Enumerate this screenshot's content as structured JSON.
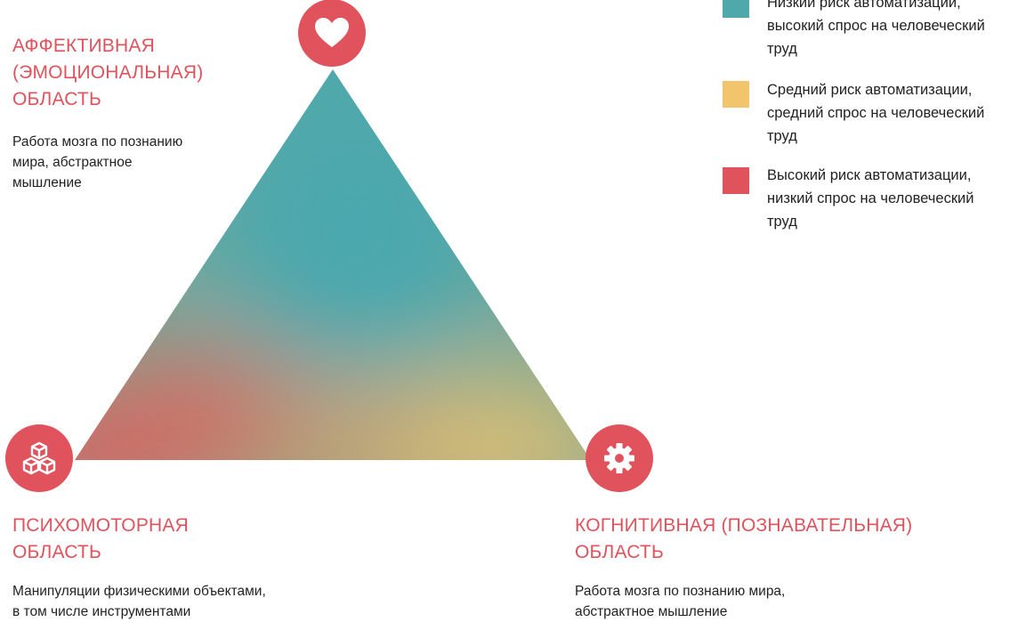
{
  "colors": {
    "accent": "#e0525c",
    "teal": "#4fa9ab",
    "yellow": "#f2c46c",
    "red": "#e0525c",
    "text": "#222222"
  },
  "affective": {
    "title_lines": [
      "АФФЕКТИВНАЯ",
      "(ЭМОЦИОНАЛЬНАЯ)",
      "ОБЛАСТЬ"
    ],
    "desc_lines": [
      "Работа мозга по познанию",
      "мира, абстрактное",
      "мышление"
    ],
    "icon": "heart-icon"
  },
  "psychomotor": {
    "title_lines": [
      "ПСИХОМОТОРНАЯ",
      "ОБЛАСТЬ"
    ],
    "desc_lines": [
      "Манипуляции физическими объектами,",
      "в том числе инструментами"
    ],
    "icon": "cubes-icon"
  },
  "cognitive": {
    "title_lines": [
      "КОГНИТИВНАЯ  (ПОЗНАВАТЕЛЬНАЯ)",
      "ОБЛАСТЬ"
    ],
    "desc_lines": [
      "Работа мозга по познанию мира,",
      "абстрактное мышление"
    ],
    "icon": "gear-icon"
  },
  "legend": [
    {
      "color": "#4fa9ab",
      "lines": [
        "Низкий риск автоматизации,",
        "высокий спрос на человеческий",
        "труд"
      ]
    },
    {
      "color": "#f2c46c",
      "lines": [
        "Средний риск автоматизации,",
        "средний спрос на человеческий",
        "труд"
      ]
    },
    {
      "color": "#e0525c",
      "lines": [
        "Высокий риск автоматизации,",
        "низкий спрос на человеческий",
        "труд"
      ]
    }
  ]
}
